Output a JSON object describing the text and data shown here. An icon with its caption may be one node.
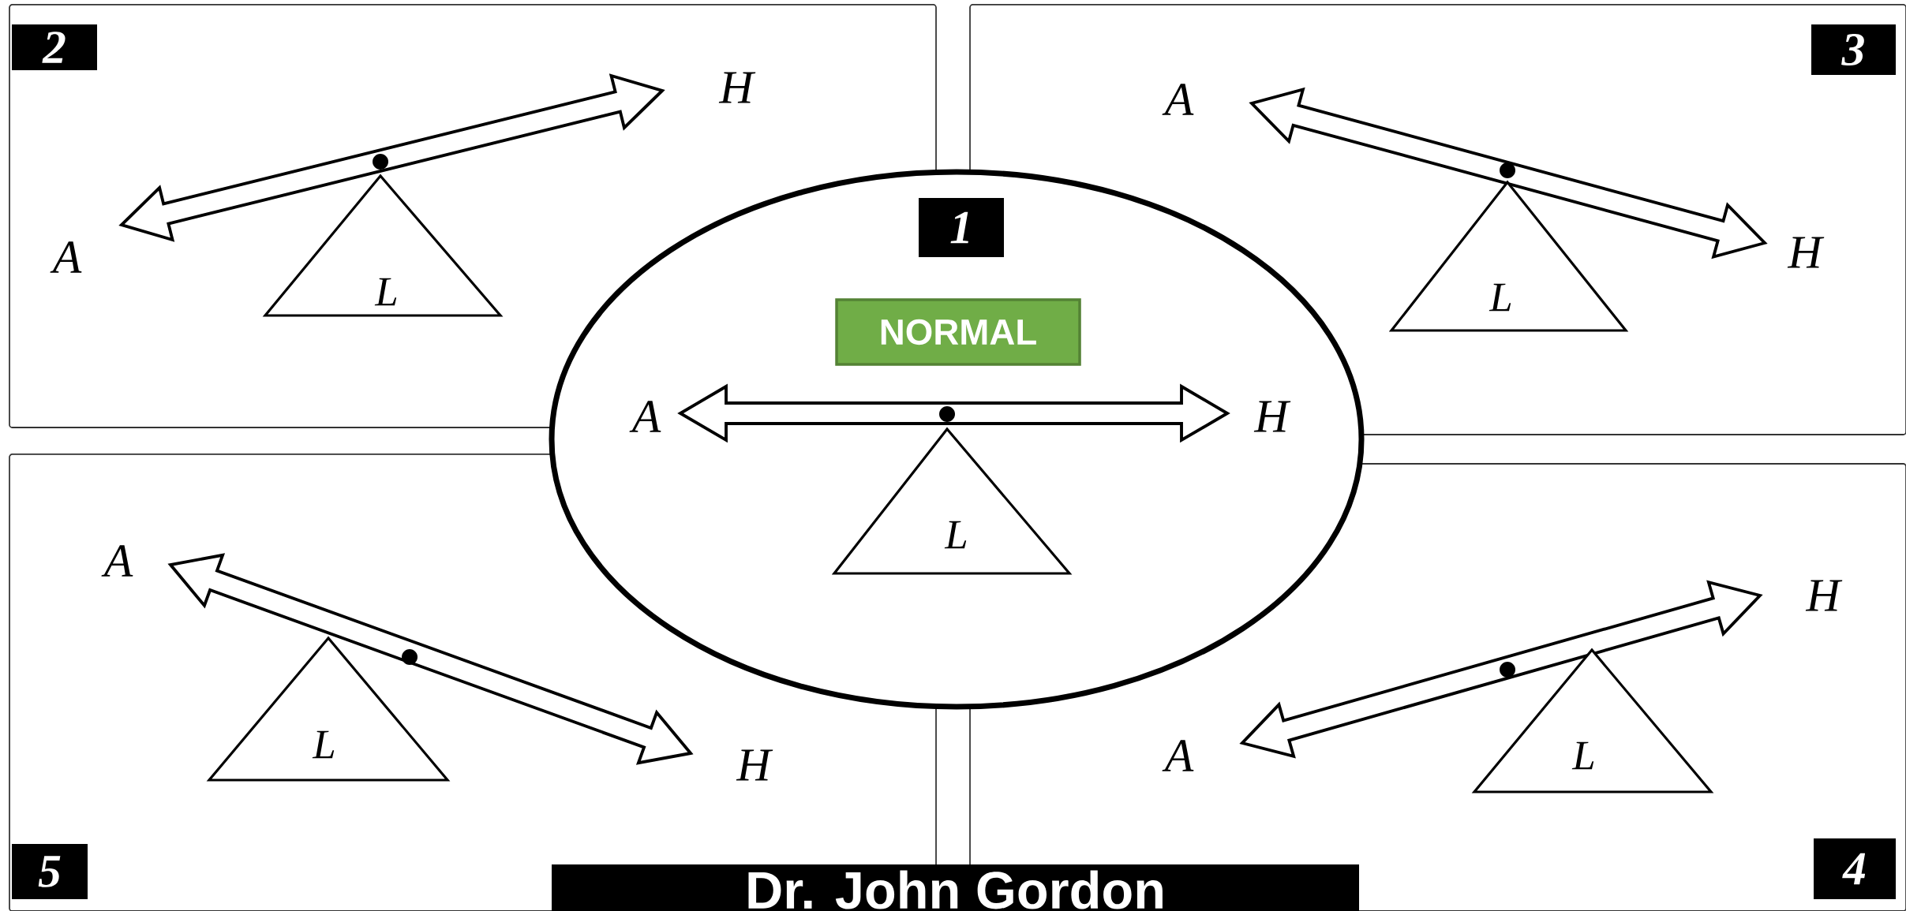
{
  "diagram": {
    "nodes": [
      {
        "text": [],
        "shape": "box"
      },
      {
        "text": [
          "2"
        ],
        "in": 0
      },
      {
        "text": [
          "L"
        ],
        "in": 0
      },
      {
        "text": [],
        "shape": "box"
      },
      {
        "text": [
          "3"
        ],
        "in": 3
      },
      {
        "text": [
          "L"
        ],
        "in": 3
      },
      {
        "text": [],
        "shape": "box"
      },
      {
        "text": [
          "5"
        ],
        "in": 6
      },
      {
        "text": [
          "L"
        ],
        "in": 6
      },
      {
        "text": [],
        "shape": "box"
      },
      {
        "text": [
          "4"
        ],
        "in": 9
      },
      {
        "text": [
          "L"
        ],
        "in": 9
      },
      {
        "text": [],
        "shape": "circle"
      },
      {
        "text": [
          "1"
        ],
        "in": 12
      },
      {
        "text": [
          "NORMAL"
        ],
        "in": 12
      },
      {
        "text": [
          "L"
        ],
        "in": 12
      },
      {
        "text": [
          "Dr. John Gordon"
        ]
      }
    ],
    "edges": [],
    "labels": [
      "H",
      "A",
      "A",
      "H",
      "A",
      "H",
      "H",
      "A",
      "A",
      "H"
    ]
  }
}
